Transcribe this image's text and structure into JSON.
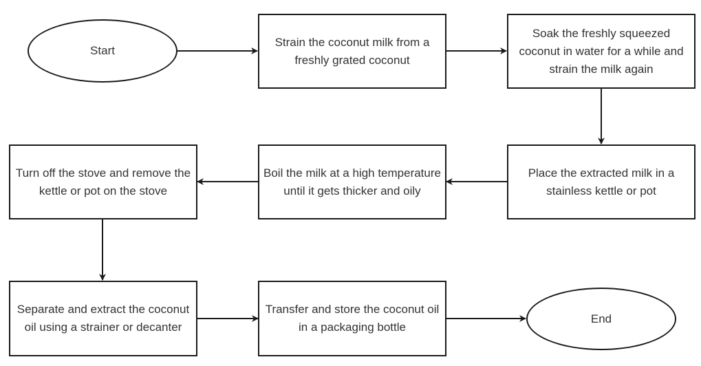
{
  "diagram": {
    "type": "flowchart",
    "colors": {
      "stroke": "#1a1a1a",
      "text": "#333333",
      "fill": "#ffffff"
    },
    "nodes": [
      {
        "id": "start",
        "shape": "ellipse",
        "label": "Start"
      },
      {
        "id": "strain",
        "shape": "rect",
        "label": "Strain the coconut milk from a freshly grated coconut"
      },
      {
        "id": "soak",
        "shape": "rect",
        "label": "Soak the freshly squeezed coconut in water for a while and strain the milk again"
      },
      {
        "id": "place",
        "shape": "rect",
        "label": "Place the extracted milk in a stainless kettle or pot"
      },
      {
        "id": "boil",
        "shape": "rect",
        "label": "Boil the milk at a high temperature until it gets thicker and oily"
      },
      {
        "id": "turnoff",
        "shape": "rect",
        "label": "Turn off the stove and remove the kettle or pot on the stove"
      },
      {
        "id": "separate",
        "shape": "rect",
        "label": "Separate and extract the coconut oil using a strainer or decanter"
      },
      {
        "id": "transfer",
        "shape": "rect",
        "label": "Transfer and store the coconut oil in a packaging bottle"
      },
      {
        "id": "end",
        "shape": "ellipse",
        "label": "End"
      }
    ],
    "edges": [
      {
        "from": "start",
        "to": "strain"
      },
      {
        "from": "strain",
        "to": "soak"
      },
      {
        "from": "soak",
        "to": "place"
      },
      {
        "from": "place",
        "to": "boil"
      },
      {
        "from": "boil",
        "to": "turnoff"
      },
      {
        "from": "turnoff",
        "to": "separate"
      },
      {
        "from": "separate",
        "to": "transfer"
      },
      {
        "from": "transfer",
        "to": "end"
      }
    ]
  }
}
